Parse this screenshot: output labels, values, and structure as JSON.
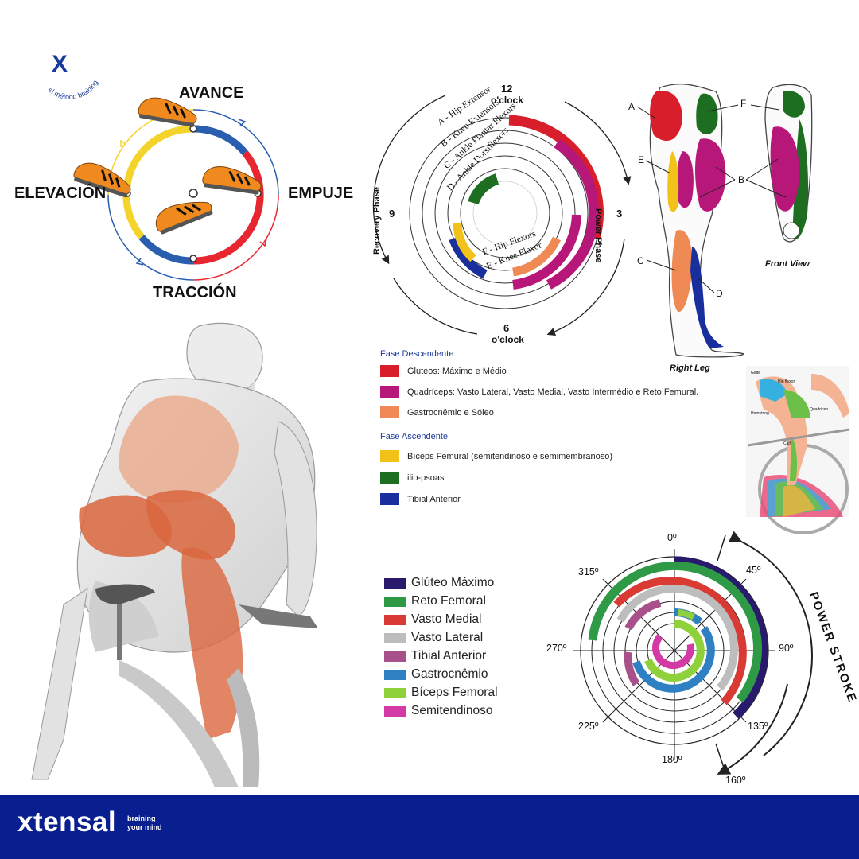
{
  "brand": {
    "logo_mark": "X",
    "logo_tagline": "el método braining",
    "footer_name": "xtensal",
    "footer_tag_line1": "braining",
    "footer_tag_line2": "your mind",
    "navy": "#0a1f8f",
    "blue": "#1a3a9a"
  },
  "pedal_cycle": {
    "top": "AVANCE",
    "right": "EMPUJE",
    "bottom": "TRACCIÓN",
    "left": "ELEVACIÓN",
    "colors": {
      "red": "#e8262f",
      "yellow": "#f4d32a",
      "blue": "#2a5fb0",
      "shoe": "#f08a1e"
    }
  },
  "clock": {
    "top": "12",
    "top_sub": "o'clock",
    "right": "3",
    "bottom": "6",
    "bottom_sub": "o'clock",
    "left": "9",
    "power_phase": "Power Phase",
    "recovery_phase": "Recovery Phase",
    "ring_labels": [
      "A - Hip Extensor",
      "B - Knee Extensors",
      "C - Ankle Plantar Flexors",
      "D - Ankle Dorsiflexors"
    ],
    "lower_labels": [
      "F - Hip Flexors",
      "E - Knee Flexor"
    ]
  },
  "leg_figure": {
    "labels": [
      "A",
      "B",
      "C",
      "D",
      "E",
      "F",
      "B"
    ],
    "front_view": "Front View",
    "right_leg": "Right Leg"
  },
  "legend_phases": {
    "descending_title": "Fase Descendente",
    "descending": [
      {
        "label": "Gluteos: Máximo e Médio",
        "color": "#d81e2a"
      },
      {
        "label": "Quadríceps: Vasto Lateral, Vasto Medial, Vasto Intermédio e Reto Femural.",
        "color": "#b8177a"
      },
      {
        "label": "Gastrocnêmio e Sóleo",
        "color": "#f08a55"
      }
    ],
    "ascending_title": "Fase Ascendente",
    "ascending": [
      {
        "label": "Bíceps Femural (semitendinoso e semimembranoso)",
        "color": "#f2c21a"
      },
      {
        "label": "ilio-psoas",
        "color": "#1e6e22"
      },
      {
        "label": "Tibial Anterior",
        "color": "#1a2f9e"
      }
    ]
  },
  "mini_bike": {
    "labels": [
      "Glute",
      "Hip flexor",
      "Hamstring",
      "Quadricep",
      "Calf"
    ]
  },
  "muscle_legend": [
    {
      "label": "Glúteo Máximo",
      "color": "#2a1a6e"
    },
    {
      "label": "Reto Femoral",
      "color": "#2e9a46"
    },
    {
      "label": "Vasto Medial",
      "color": "#d93a34"
    },
    {
      "label": "Vasto Lateral",
      "color": "#bdbdbd"
    },
    {
      "label": "Tibial Anterior",
      "color": "#a8508a"
    },
    {
      "label": "Gastrocnêmio",
      "color": "#2f7fc3"
    },
    {
      "label": "Bíceps Femoral",
      "color": "#8ed13a"
    },
    {
      "label": "Semitendinoso",
      "color": "#d33aa6"
    }
  ],
  "polar": {
    "angles": [
      "0º",
      "45º",
      "90º",
      "135º",
      "180º",
      "225º",
      "270º",
      "315º",
      "160º"
    ],
    "power_stroke": "POWER STROKE"
  }
}
